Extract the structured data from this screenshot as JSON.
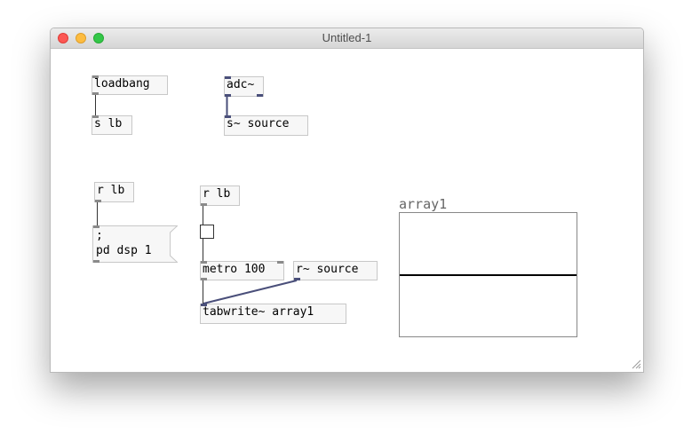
{
  "window": {
    "title": "Untitled-1"
  },
  "objects": {
    "loadbang": "loadbang",
    "adc": "adc~",
    "s_lb": "s lb",
    "s_source": "s~ source",
    "r_lb_left": "r lb",
    "r_lb_mid": "r lb",
    "metro": "metro 100",
    "r_source": "r~ source",
    "tabwrite": "tabwrite~ array1"
  },
  "message": {
    "line1": ";",
    "line2": "pd dsp 1"
  },
  "array": {
    "name": "array1"
  },
  "colors": {
    "signal_wire": "#4a4f7a",
    "control_wire": "#333333",
    "object_bg": "#f7f7f7"
  }
}
